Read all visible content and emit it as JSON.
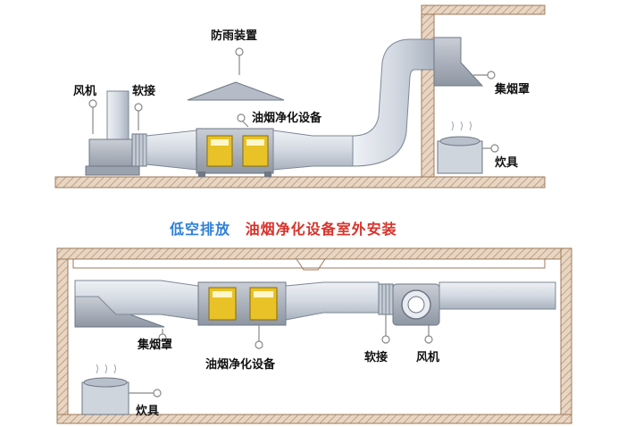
{
  "top_scene": {
    "labels": {
      "rain_guard": "防雨装置",
      "fan": "风机",
      "soft_joint": "软接",
      "purifier": "油烟净化设备",
      "hood": "集烟罩",
      "stove": "炊具"
    }
  },
  "caption": {
    "part1": "低空排放",
    "part2": "油烟净化设备室外安装"
  },
  "bottom_scene": {
    "labels": {
      "hood": "集烟罩",
      "purifier": "油烟净化设备",
      "soft_joint": "软接",
      "fan": "风机",
      "stove": "炊具"
    }
  },
  "colors": {
    "duct": "#d6dce4",
    "purifier_panel": "#e8c227",
    "caption_blue": "#2e7fd8",
    "caption_red": "#d9322a",
    "wall": "#c9a98b"
  }
}
